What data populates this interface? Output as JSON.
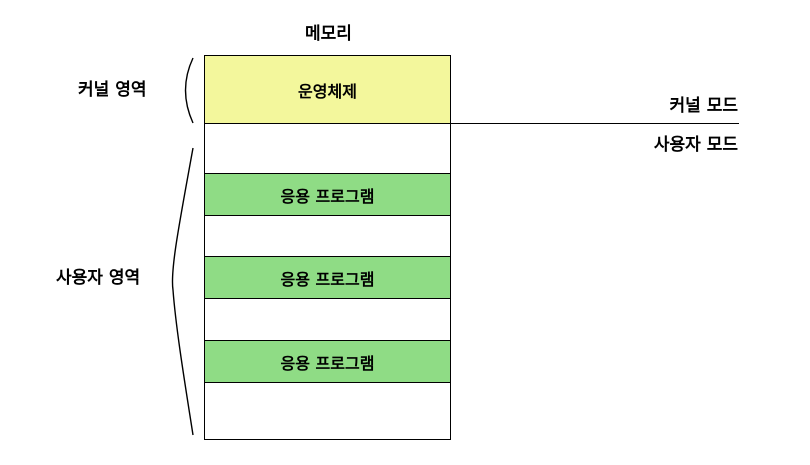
{
  "diagram": {
    "memory_title": "메모리",
    "kernel_area_label": "커널 영역",
    "user_area_label": "사용자 영역",
    "kernel_mode_label": "커널 모드",
    "user_mode_label": "사용자 모드",
    "os_block_label": "운영체제",
    "app_blocks": [
      "응용 프로그램",
      "응용 프로그램",
      "응용 프로그램"
    ],
    "colors": {
      "os_block": "#f3f79c",
      "app_block": "#8fdc85",
      "line": "#000000"
    }
  }
}
